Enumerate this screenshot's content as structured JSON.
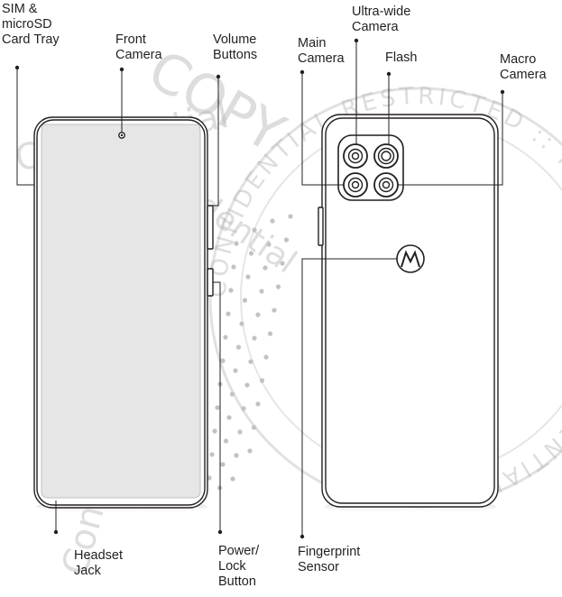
{
  "labels": {
    "sim_tray": "SIM &\nmicroSD\nCard Tray",
    "front_camera": "Front\nCamera",
    "volume_buttons": "Volume\nButtons",
    "main_camera": "Main\nCamera",
    "ultra_wide_camera": "Ultra-wide\nCamera",
    "flash": "Flash",
    "macro_camera": "Macro\nCamera",
    "headset_jack": "Headset\nJack",
    "power_lock_button": "Power/\nLock\nButton",
    "fingerprint_sensor": "Fingerprint\nSensor"
  },
  "watermark": {
    "ring_text": "CONFIDENTIAL RESTRICTED :: MOTOROLA CONFIDENTIAL :: ",
    "word_1": "Confidential",
    "word_2": "Confidential",
    "word_3": "Confidential",
    "word_4": "COPY"
  },
  "colors": {
    "line": "#231f20",
    "screen": "#e6e6e6",
    "watermark": "#b4b4b4"
  }
}
